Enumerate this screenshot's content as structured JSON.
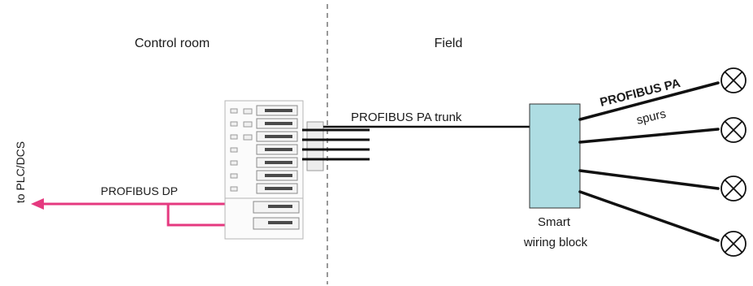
{
  "labels": {
    "control_room": "Control room",
    "field": "Field",
    "to_plc": "to PLC/DCS",
    "profibus_dp": "PROFIBUS DP",
    "pa_trunk": "PROFIBUS PA trunk",
    "pa_spurs_line1": "PROFIBUS PA",
    "pa_spurs_line2": "spurs",
    "smart_line1": "Smart",
    "smart_line2": "wiring block"
  },
  "colors": {
    "dp_line": "#e5397f",
    "wiring_block": "#aedde3",
    "cable": "#111111",
    "divider": "#555555"
  },
  "icons": {
    "field_device": "lamp-x-circle"
  }
}
